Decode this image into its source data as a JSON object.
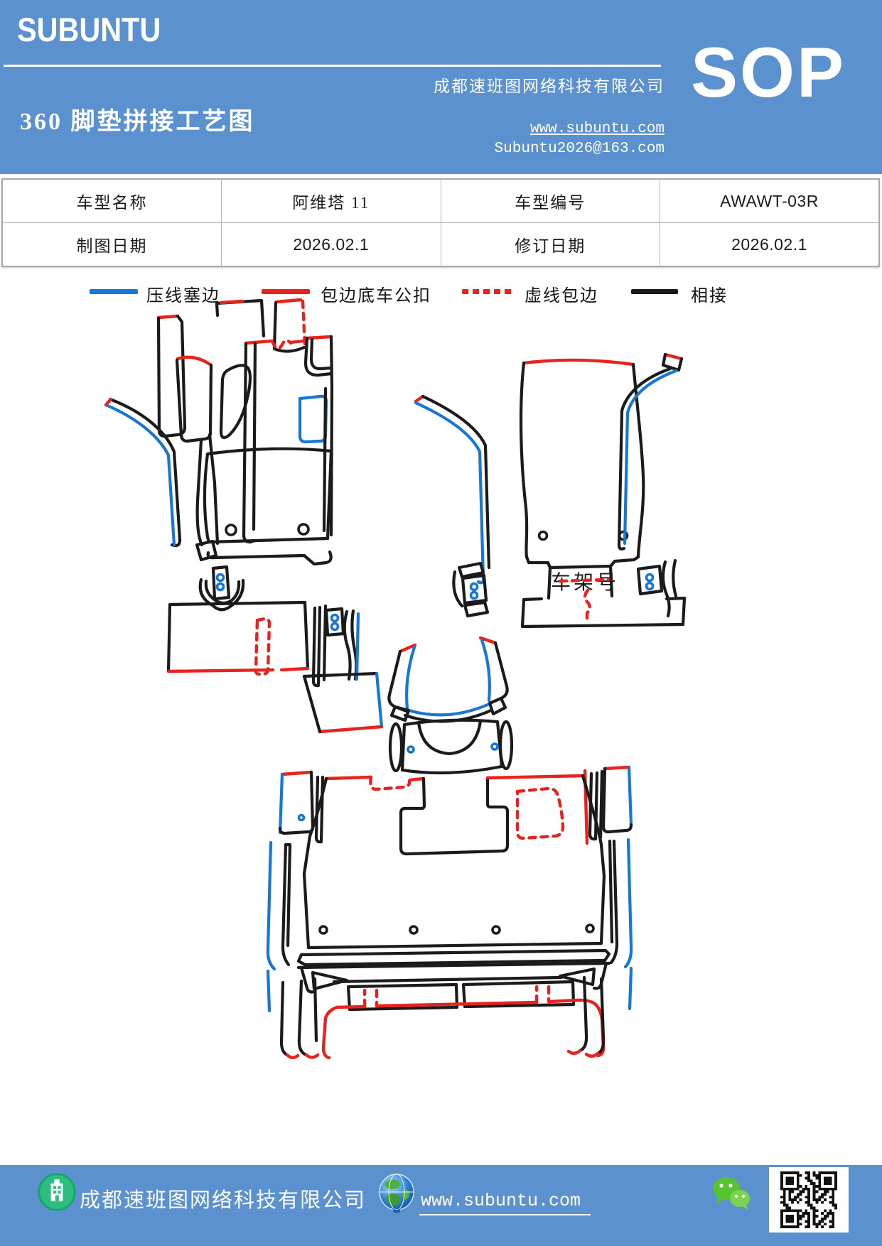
{
  "header": {
    "brand": "SUBUNTU",
    "doc_title": "360 脚垫拼接工艺图",
    "company": "成都速班图网络科技有限公司",
    "website": "www.subuntu.com",
    "email": "Subuntu2026@163.com",
    "badge": "SOP"
  },
  "info_table": {
    "rows": [
      {
        "c0": "车型名称",
        "c1": "阿维塔 11",
        "c2": "车型编号",
        "c3": "AWAWT-03R"
      },
      {
        "c0": "制图日期",
        "c1": "2026.02.1",
        "c2": "修订日期",
        "c3": "2026.02.1"
      }
    ]
  },
  "legend": {
    "items": [
      {
        "label": "压线塞边",
        "color": "#1877D2",
        "style": "solid"
      },
      {
        "label": "包边底车公扣",
        "color": "#E8231D",
        "style": "solid"
      },
      {
        "label": "虚线包边",
        "color": "#E8231D",
        "style": "dashed"
      },
      {
        "label": "相接",
        "color": "#1A1A1A",
        "style": "solid"
      }
    ]
  },
  "drawing": {
    "chassis_label": "车架号"
  },
  "footer": {
    "company": "成都速班图网络科技有限公司",
    "website": "www.subuntu.com"
  },
  "colors": {
    "header_blue": "#5A91CE",
    "edge_blue": "#1877D2",
    "edge_red": "#E8231D",
    "edge_black": "#1A1A1A"
  }
}
